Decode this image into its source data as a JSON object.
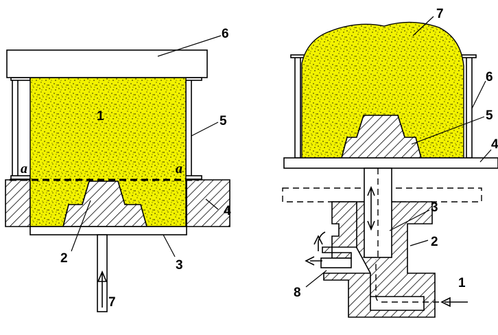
{
  "left_diagram": {
    "labels": {
      "l1": "1",
      "l2": "2",
      "l3": "3",
      "l4": "4",
      "l5": "5",
      "l6": "6",
      "l7": "7",
      "a_left": "a",
      "a_right": "a"
    }
  },
  "right_diagram": {
    "labels": {
      "l1": "1",
      "l2": "2",
      "l3": "3",
      "l4": "4",
      "l5": "5",
      "l6": "6",
      "l7": "7",
      "l8": "8"
    }
  },
  "colors": {
    "sand": "#f2f200",
    "speckle": "#000000",
    "line": "#000000",
    "background": "#ffffff"
  }
}
